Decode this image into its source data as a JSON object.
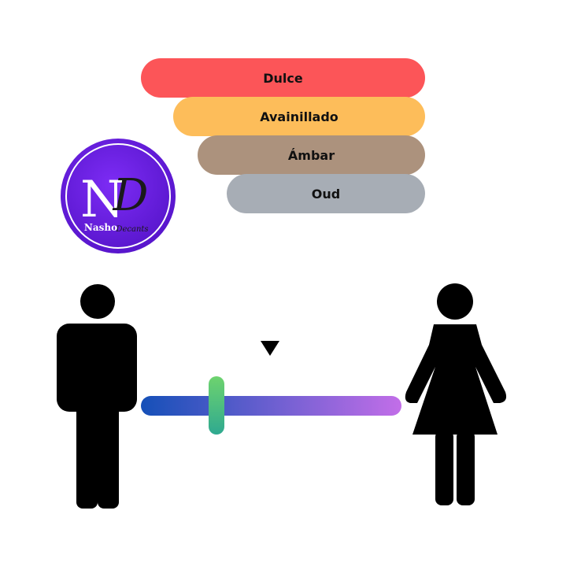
{
  "notes_scale": {
    "items": [
      {
        "label": "Dulce",
        "color": "#fc5558"
      },
      {
        "label": "Avainillado",
        "color": "#fdbd5a"
      },
      {
        "label": "Ámbar",
        "color": "#ac927d"
      },
      {
        "label": "Oud",
        "color": "#a7adb5"
      }
    ]
  },
  "logo": {
    "monogram": "N",
    "script_letter": "D",
    "brand": "Nasho",
    "brand_script": "Decants",
    "color": "#6b1fe6"
  },
  "gender_slider": {
    "left_icon": "man-icon",
    "right_icon": "woman-icon",
    "marker_icon": "triangle-down-icon",
    "gradient_colors": [
      "#1550b8",
      "#c26ee8"
    ],
    "thumb_colors": [
      "#6ed36e",
      "#2fa990"
    ],
    "position": 0.28
  }
}
